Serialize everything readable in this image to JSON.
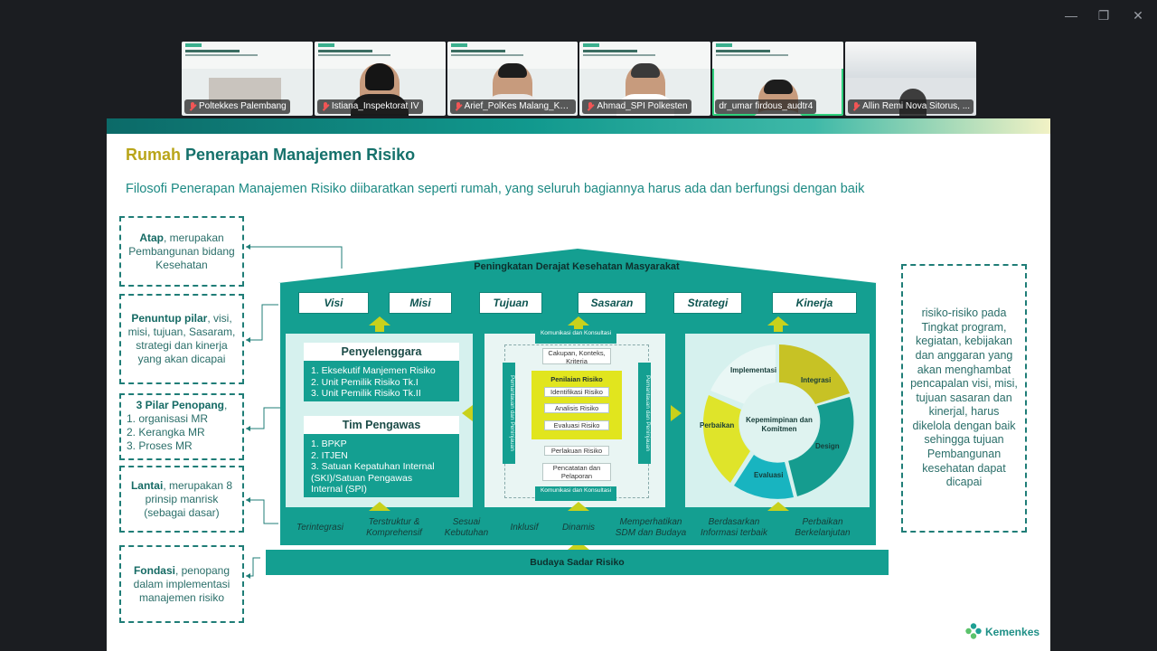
{
  "window": {
    "minimize": "—",
    "maximize": "❐",
    "close": "✕"
  },
  "participants": [
    {
      "name": "Poltekkes Palembang"
    },
    {
      "name": "Istiana_Inspektorat IV"
    },
    {
      "name": "Arief_PolKes Malang_Kap..."
    },
    {
      "name": "Ahmad_SPI Polkesten"
    },
    {
      "name": "dr_umar firdous_audtr4"
    },
    {
      "name": "Allin Remi Nova Sitorus, ..."
    }
  ],
  "slide": {
    "title_highlight": "Rumah",
    "title_rest": "Penerapan Manajemen Risiko",
    "subtitle": "Filosofi Penerapan Manajemen Risiko diibaratkan seperti rumah, yang seluruh bagiannya harus ada dan berfungsi dengan baik",
    "left_notes": {
      "atap_bold": "Atap",
      "atap_text": ", merupakan Pembangunan bidang Kesehatan",
      "peluntup_bold": "Penuntup pilar",
      "peluntup_text": ", visi, misi, tujuan, Sasaram, strategi dan kinerja yang akan dicapai",
      "pilar_bold": "3 Pilar Penopang",
      "pilar_items": [
        "1.  organisasi MR",
        "2.  Kerangka MR",
        "3.  Proses MR"
      ],
      "lantai_bold": "Lantai",
      "lantai_text": ", merupakan 8 prinsip manrisk (sebagai dasar)",
      "fondasi_bold": "Fondasi",
      "fondasi_text": ", penopang dalam implementasi manajemen risiko"
    },
    "right_note": "risiko-risiko pada Tingkat program, kegiatan, kebijakan dan anggaran yang akan menghambat pencapalan visi, misi, tujuan sasaran dan kinerjal, harus dikelola dengan baik sehingga tujuan Pembangunan kesehatan dapat dicapai",
    "roof_label": "Peningkatan Derajat Kesehatan Masyarakat",
    "goals": [
      "Visi",
      "Misi",
      "Tujuan",
      "Sasaran",
      "Strategi",
      "Kinerja"
    ],
    "penyelenggara": {
      "title": "Penyelenggara",
      "items": [
        "1.  Eksekutif Manjemen Risiko",
        "2.  Unit Pemilik Risiko Tk.I",
        "3.  Unit Pemilik Risiko Tk.II"
      ]
    },
    "pengawas": {
      "title": "Tim Pengawas",
      "items": [
        "1.  BPKP",
        "2.  ITJEN",
        "3.  Satuan Kepatuhan Internal",
        "     (SKI)/Satuan Pengawas",
        "     Internal (SPI)"
      ]
    },
    "process": {
      "top": "Komunikasi dan Konsultasi",
      "bottom": "Komunikasi dan Konsultasi",
      "left_strip": "Pemantauan dan Peninjauan",
      "right_strip": "Pemantauan dan Peninjauan",
      "scope": "Cakupan, Konteks, Kriteria",
      "assessment": "Penilaian Risiko",
      "identify": "Identifikasi Risiko",
      "analyze": "Analisis Risiko",
      "evaluate": "Evaluasi Risiko",
      "treat": "Perlakuan Risiko",
      "record": "Pencatatan dan Pelaporan"
    },
    "cycle": {
      "center": "Kepemimpinan dan Komitmen",
      "implementasi": "Implementasi",
      "integrasi": "Integrasi",
      "perbaikan": "Perbaikan",
      "design": "Design",
      "evaluasi": "Evaluasi"
    },
    "principles": [
      "Terintegrasi",
      "Terstruktur & Komprehensif",
      "Sesuai Kebutuhan",
      "Inklusif",
      "Dinamis",
      "Memperhatikan SDM dan Budaya",
      "Berdasarkan Informasi terbaik",
      "Perbaikan Berkelanjutan"
    ],
    "foundation": "Budaya Sadar Risiko",
    "brand": "Kemenkes"
  },
  "colors": {
    "teal": "#149f91",
    "dark_teal": "#15716b",
    "accent_yellow": "#c8d11c",
    "highlight": "#b9a51a"
  }
}
